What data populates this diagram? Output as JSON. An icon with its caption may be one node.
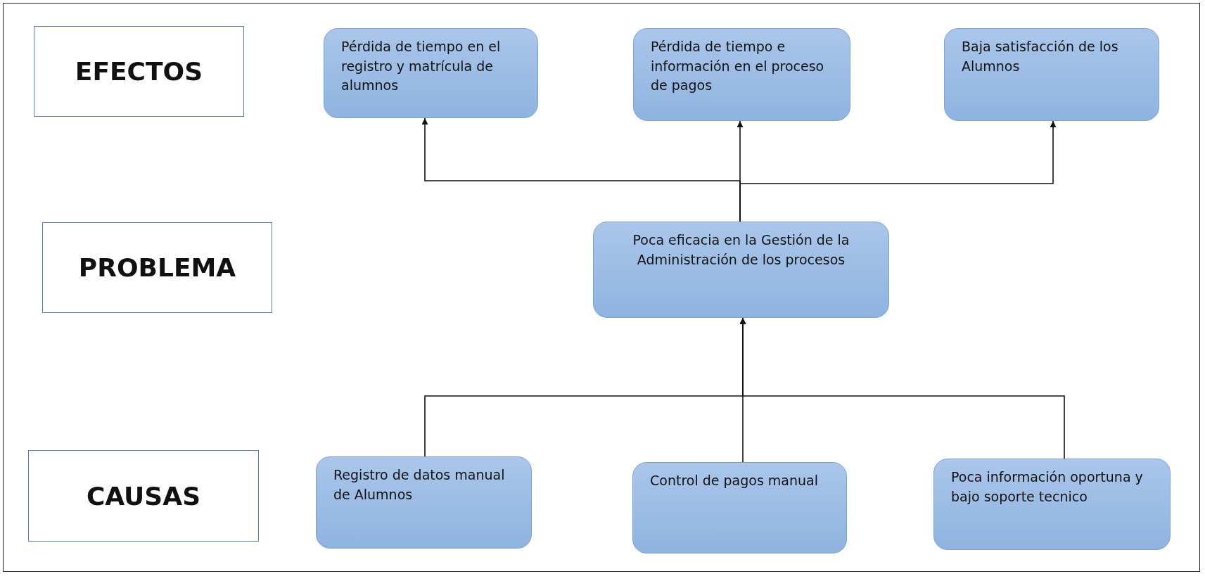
{
  "diagram": {
    "nodes": [
      {
        "text": [
          "EFECTOS"
        ]
      },
      {
        "text": [
          "Pérdida de tiempo en el registro y matrícula de alumnos"
        ]
      },
      {
        "text": [
          "Pérdida de tiempo e información en el proceso de pagos"
        ]
      },
      {
        "text": [
          "Baja satisfacción de los Alumnos"
        ]
      },
      {
        "text": [
          "PROBLEMA"
        ]
      },
      {
        "text": [
          "Poca eficacia en la Gestión de la Administración de los procesos"
        ]
      },
      {
        "text": [
          "CAUSAS"
        ]
      },
      {
        "text": [
          "Registro de datos manual de Alumnos"
        ]
      },
      {
        "text": [
          "Control de pagos manual"
        ]
      },
      {
        "text": [
          "Poca información oportuna y bajo soporte tecnico"
        ]
      }
    ],
    "edges": [
      {
        "from": 5,
        "to": 1,
        "arrow": "to"
      },
      {
        "from": 5,
        "to": 2,
        "arrow": "to"
      },
      {
        "from": 5,
        "to": 3,
        "arrow": "to"
      },
      {
        "from": 7,
        "to": 5,
        "arrow": "to"
      },
      {
        "from": 8,
        "to": 5,
        "arrow": "to"
      },
      {
        "from": 9,
        "to": 5,
        "arrow": "to"
      }
    ]
  }
}
